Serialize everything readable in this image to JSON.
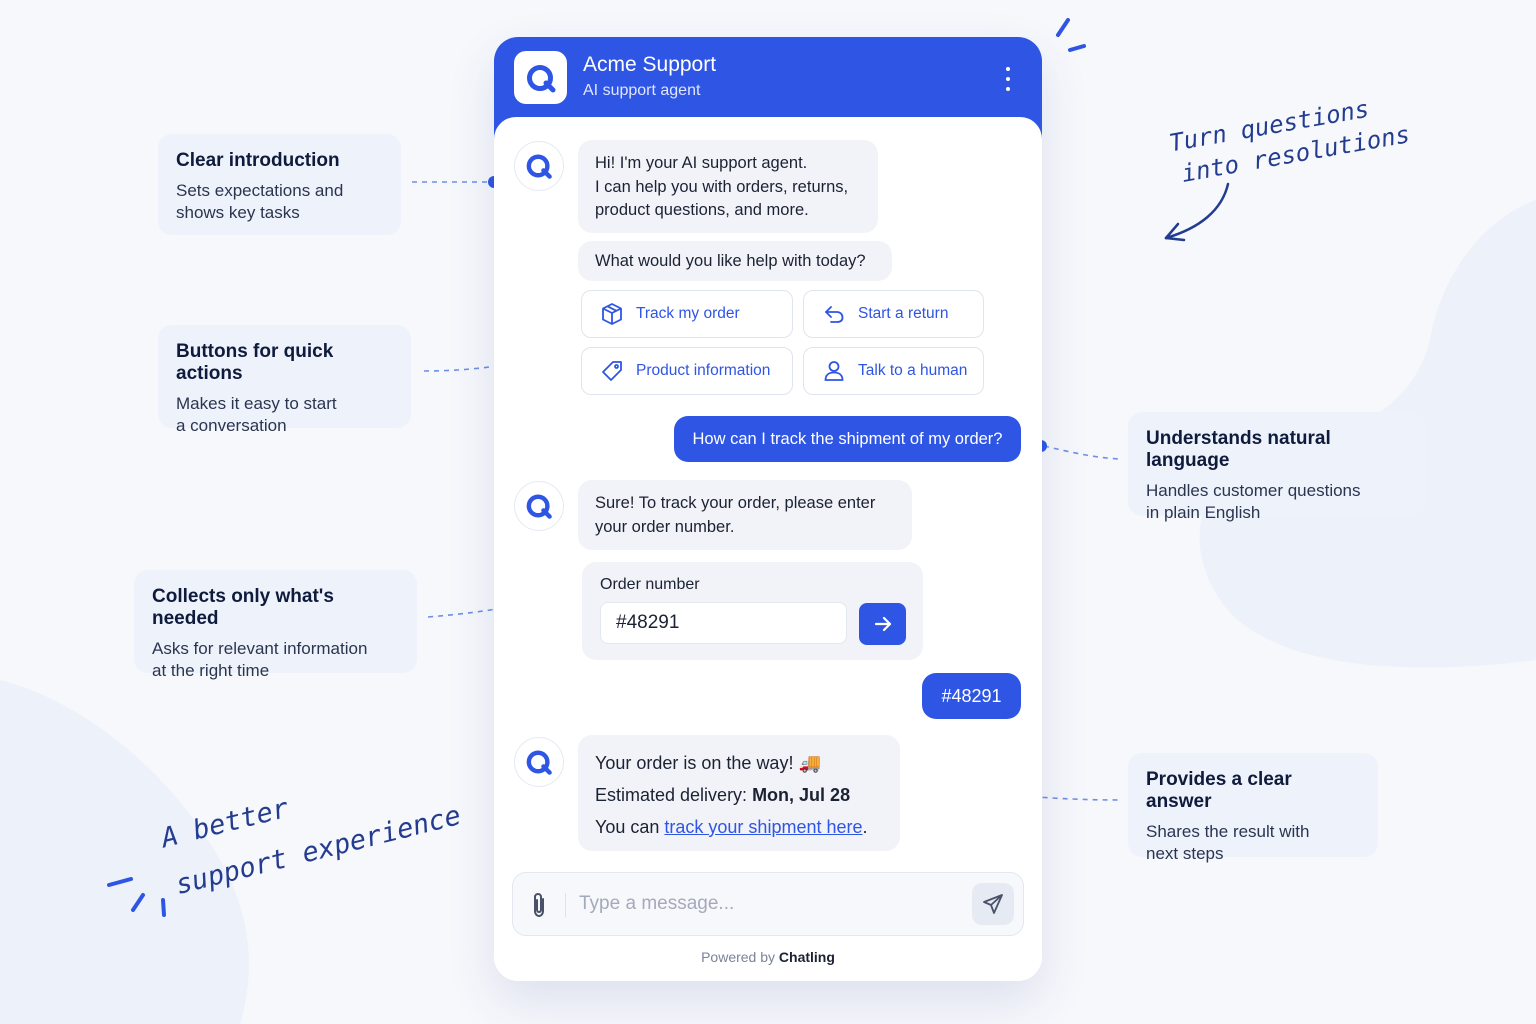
{
  "header": {
    "title": "Acme Support",
    "subtitle": "AI support agent",
    "menu_icon": "kebab-menu-icon"
  },
  "messages": {
    "intro": "Hi! I'm your AI support agent.\nI can help you with orders, returns,\nproduct questions, and more.",
    "question": "What would you like help with today?",
    "user_question": "How can I track the shipment of my order?",
    "track_reply": "Sure! To track your order, please enter\nyour order number.",
    "user_order": "#48291"
  },
  "quick_actions": [
    {
      "label": "Track my order",
      "icon": "package-icon"
    },
    {
      "label": "Start a return",
      "icon": "return-arrow-icon"
    },
    {
      "label": "Product information",
      "icon": "tag-icon"
    },
    {
      "label": "Talk to a human",
      "icon": "person-icon"
    }
  ],
  "order_form": {
    "label": "Order number",
    "value": "#48291",
    "send_icon": "arrow-right-icon"
  },
  "answer": {
    "line1": "Your order is on the way! 🚚",
    "line2_prefix": "Estimated delivery: ",
    "line2_value": "Mon, Jul 28",
    "line3_prefix": "You can ",
    "line3_link": "track your shipment here",
    "line3_suffix": "."
  },
  "composer": {
    "placeholder": "Type a message...",
    "attach_icon": "paperclip-icon",
    "send_icon": "paper-plane-icon"
  },
  "footer": {
    "powered_prefix": "Powered by ",
    "brand": "Chatling"
  },
  "annotations": [
    {
      "title": "Clear introduction",
      "text": "Sets expectations and\nshows key tasks"
    },
    {
      "title": "Buttons for quick actions",
      "text": "Makes it easy to start\na conversation"
    },
    {
      "title": "Collects only what's needed",
      "text": "Asks for relevant information\nat the right time"
    },
    {
      "title": "Understands natural language",
      "text": "Handles customer questions\nin plain English"
    },
    {
      "title": "Provides a clear answer",
      "text": "Shares the result with\nnext steps"
    }
  ],
  "handwriting": {
    "top_line1": "Turn questions",
    "top_line2": "into resolutions",
    "bottom_line1": "A better",
    "bottom_line2": "support experience"
  },
  "colors": {
    "accent": "#2f55e4",
    "background": "#f6f8fc",
    "bubble": "#f1f3f8",
    "annotation": "#eef2fb",
    "handwriting": "#243c8f"
  }
}
